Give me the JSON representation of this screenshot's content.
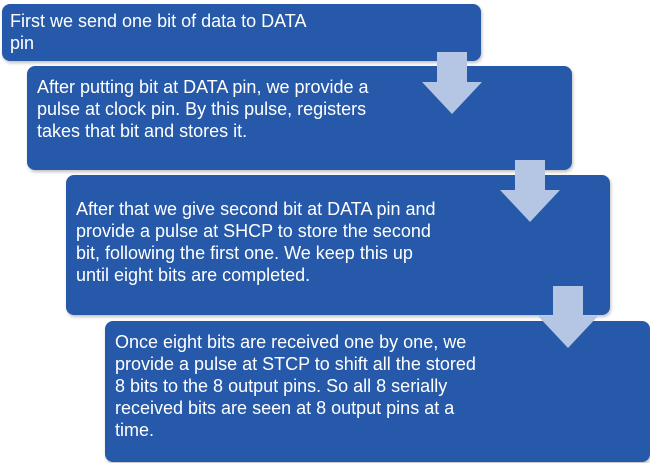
{
  "steps": [
    {
      "text": "First we send one bit of data to DATA\npin"
    },
    {
      "text": "After putting bit at DATA pin, we provide a\npulse at clock pin. By this pulse, registers\ntakes that bit and stores it."
    },
    {
      "text": "After that we give second bit at DATA pin and\nprovide a pulse at SHCP to store the second\nbit, following the first one. We keep this up\nuntil eight bits are completed."
    },
    {
      "text": "Once eight bits are received one by one, we\nprovide a pulse at STCP to shift all the stored\n8 bits to the 8 output pins. So all 8 serially\nreceived bits are seen at 8 output pins at a\ntime."
    }
  ],
  "colors": {
    "box_fill": "#2659a9",
    "arrow_fill": "#b4c6e4",
    "text": "#ffffff"
  },
  "icons": {
    "connector": "down-arrow-icon"
  }
}
